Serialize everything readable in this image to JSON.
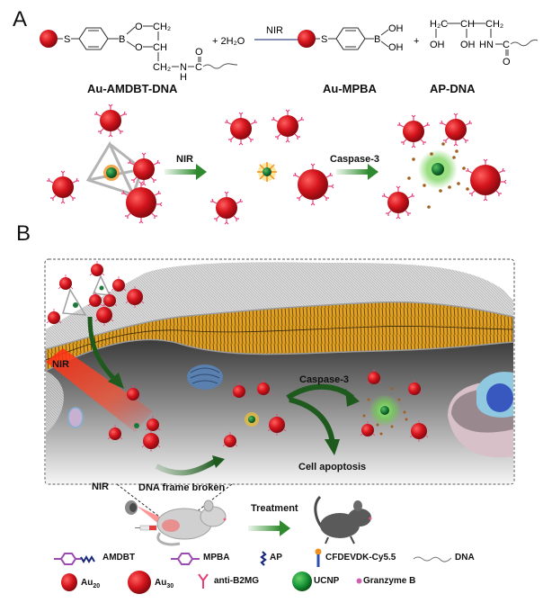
{
  "panel_a": {
    "letter": "A",
    "reaction": {
      "reactant_label": "Au-AMDBT-DNA",
      "plus_water": "+ 2H₂O",
      "arrow_condition": "NIR",
      "product1_label": "Au-MPBA",
      "plus": "+",
      "product2_label": "AP-DNA",
      "atoms": {
        "S": "S",
        "B": "B",
        "O": "O",
        "CH2": "CH₂",
        "H2C": "H₂C",
        "CH": "CH",
        "N": "N",
        "H": "H",
        "C": "C",
        "OH": "OH",
        "HN": "HN"
      }
    },
    "process": {
      "step1_label": "NIR",
      "step2_label": "Caspase-3"
    }
  },
  "panel_b": {
    "letter": "B",
    "labels": {
      "nir_laser": "NIR",
      "caspase": "Caspase-3",
      "dna_frame_broken": "DNA frame broken",
      "cell_apoptosis": "Cell apoptosis",
      "mouse_nir": "NIR",
      "treatment": "Treatment"
    }
  },
  "legend": {
    "row1": [
      {
        "icon": "amdbt-icon",
        "label": "AMDBT"
      },
      {
        "icon": "mpba-icon",
        "label": "MPBA"
      },
      {
        "icon": "ap-icon",
        "label": "AP"
      },
      {
        "icon": "cfdevdk-cy55-icon",
        "label": "CFDEVDK-Cy5.5"
      },
      {
        "icon": "dna-icon",
        "label": "DNA"
      }
    ],
    "row2": [
      {
        "icon": "au20-icon",
        "label": "Au",
        "sub": "20"
      },
      {
        "icon": "au30-icon",
        "label": "Au",
        "sub": "30"
      },
      {
        "icon": "anti-b2mg-icon",
        "label": "anti-B2MG"
      },
      {
        "icon": "ucnp-icon",
        "label": "UCNP"
      },
      {
        "icon": "granzyme-b-icon",
        "label": "Granzyme B"
      }
    ]
  },
  "colors": {
    "gold_np": "#d4141c",
    "antibody": "#e8407a",
    "arrow_green": "#3a9a3a",
    "dark_arrow_green": "#1e5a1e",
    "ucnp": "#1a9a3a",
    "membrane_gold": "#e0a020",
    "purple_linker": "#9a4ab0",
    "granzyme": "#d060b0",
    "peptide_orange": "#f09020",
    "peptide_blue": "#3050b0"
  }
}
